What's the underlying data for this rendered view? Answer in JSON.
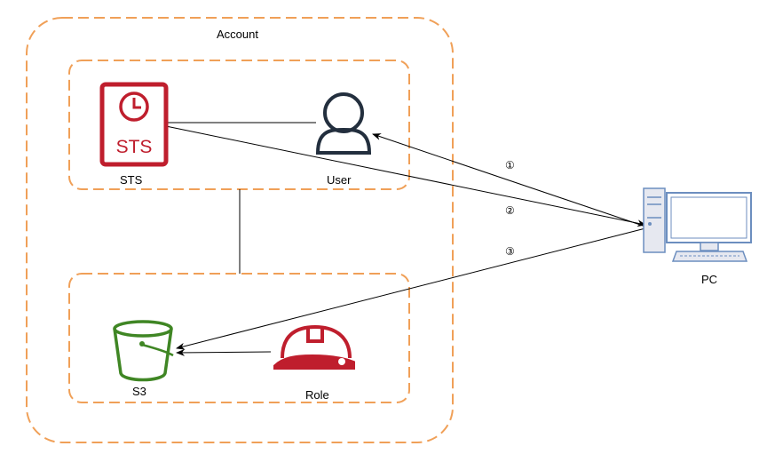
{
  "account": {
    "label": "Account"
  },
  "nodes": {
    "sts": {
      "label": "STS",
      "badge": "STS",
      "icon": "sts-clock-document-icon",
      "color": "#bf1e2d"
    },
    "user": {
      "label": "User",
      "icon": "user-icon",
      "color": "#232f3e"
    },
    "s3": {
      "label": "S3",
      "icon": "s3-bucket-icon",
      "color": "#3f8624"
    },
    "role": {
      "label": "Role",
      "icon": "hard-hat-role-icon",
      "color": "#bf1e2d"
    },
    "pc": {
      "label": "PC",
      "icon": "desktop-computer-icon",
      "color": "#6c8ebf"
    }
  },
  "steps": [
    {
      "label": "①",
      "from": "PC",
      "to": "User"
    },
    {
      "label": "②",
      "from": "STS",
      "to": "PC"
    },
    {
      "label": "③",
      "from": "PC",
      "to": "S3"
    }
  ],
  "colors": {
    "group_border": "#f0a058",
    "arrow": "#000000"
  }
}
